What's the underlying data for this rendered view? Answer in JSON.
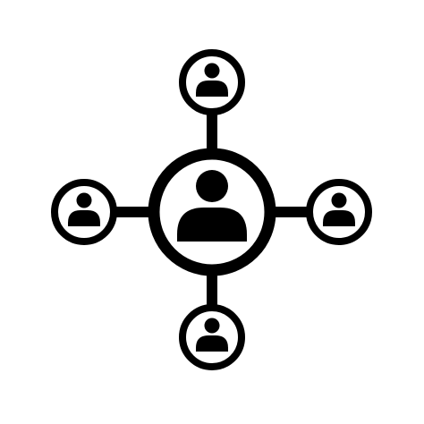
{
  "icon": {
    "name": "network-people-icon",
    "colors": {
      "foreground": "#000000",
      "background": "#ffffff"
    },
    "nodes": [
      {
        "role": "center",
        "icon": "person-icon"
      },
      {
        "role": "top",
        "icon": "person-icon"
      },
      {
        "role": "left",
        "icon": "person-icon"
      },
      {
        "role": "right",
        "icon": "person-icon"
      },
      {
        "role": "bottom",
        "icon": "person-icon"
      }
    ]
  }
}
